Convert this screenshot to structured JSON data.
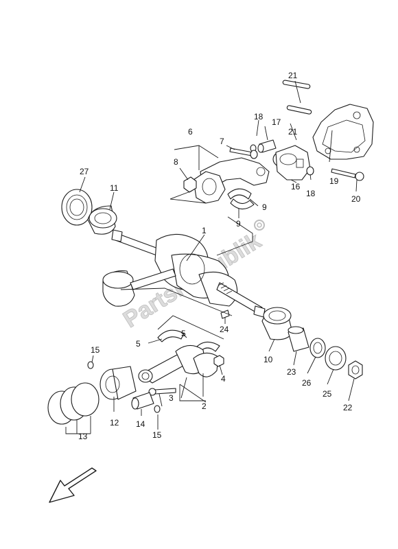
{
  "diagram": {
    "watermark": "PartsRepublik",
    "callouts": {
      "c1": "1",
      "c2": "2",
      "c3": "3",
      "c4": "4",
      "c5a": "5",
      "c5b": "5",
      "c6": "6",
      "c7": "7",
      "c8": "8",
      "c9a": "9",
      "c9b": "9",
      "c10": "10",
      "c11": "11",
      "c12": "12",
      "c13": "13",
      "c14": "14",
      "c15a": "15",
      "c15b": "15",
      "c16": "16",
      "c17": "17",
      "c18a": "18",
      "c18b": "18",
      "c19": "19",
      "c20": "20",
      "c21a": "21",
      "c21b": "21",
      "c22": "22",
      "c23": "23",
      "c24": "24",
      "c25": "25",
      "c26": "26",
      "c27": "27"
    }
  }
}
